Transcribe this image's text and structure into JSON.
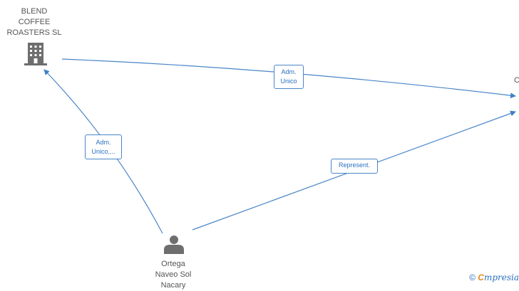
{
  "nodes": {
    "company": {
      "lines": [
        "BLEND",
        "COFFEE",
        "ROASTERS SL"
      ],
      "icon": "building-icon"
    },
    "person": {
      "lines": [
        "Ortega",
        "Naveo Sol",
        "Nacary"
      ],
      "icon": "person-icon"
    },
    "offscreen": {
      "text": "C"
    }
  },
  "edges": {
    "adm_unico": {
      "lines": [
        "Adm.",
        "Unico"
      ]
    },
    "adm_unico_2": {
      "lines": [
        "Adm.",
        "Unico,..."
      ]
    },
    "represent": {
      "lines": [
        "Represent."
      ]
    }
  },
  "watermark": {
    "copyright": "©",
    "brand_e": "C",
    "brand_rest": "mpresia"
  },
  "colors": {
    "edge": "#4a86c8",
    "icon": "#6e6e6e",
    "label_text": "#2a6fbf",
    "brand_e": "#e8891a"
  }
}
